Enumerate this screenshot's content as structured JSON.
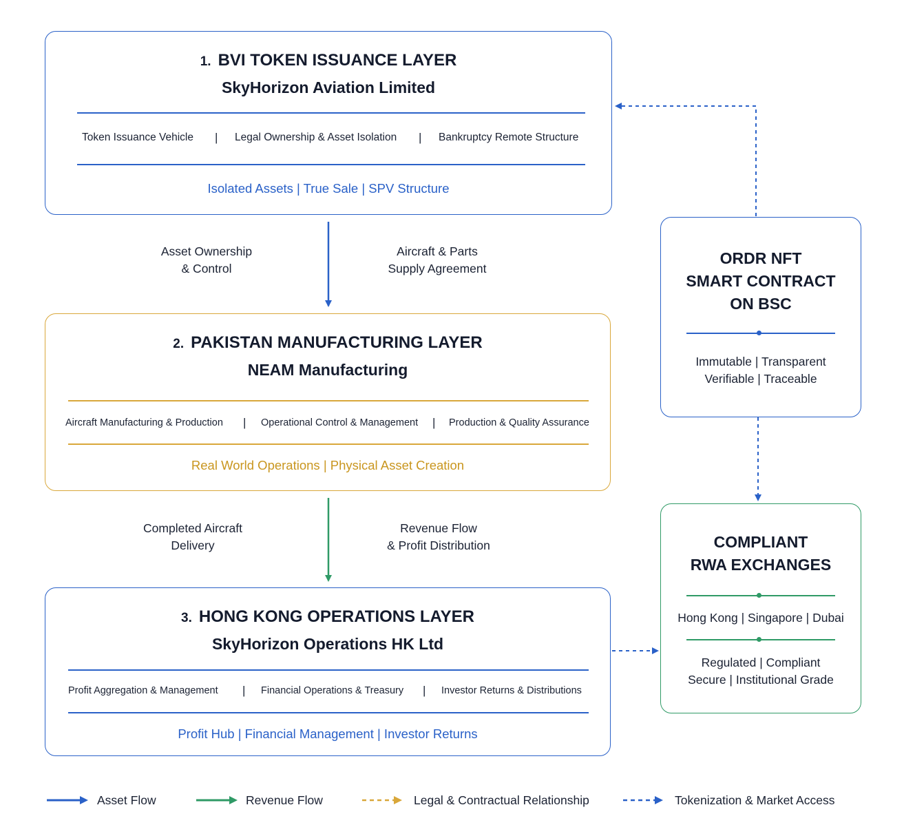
{
  "layers": [
    {
      "number": "1.",
      "title": "BVI TOKEN ISSUANCE LAYER",
      "entity": "SkyHorizon Aviation Limited",
      "features": [
        "Token Issuance Vehicle",
        "Legal Ownership & Asset Isolation",
        "Bankruptcy Remote Structure"
      ],
      "tagline": "Isolated Assets | True Sale | SPV Structure"
    },
    {
      "number": "2.",
      "title": "PAKISTAN MANUFACTURING LAYER",
      "entity": "NEAM Manufacturing",
      "features": [
        "Aircraft Manufacturing & Production",
        "Operational Control & Management",
        "Production & Quality Assurance"
      ],
      "tagline": "Real World Operations | Physical Asset Creation"
    },
    {
      "number": "3.",
      "title": "HONG KONG OPERATIONS LAYER",
      "entity": "SkyHorizon Operations HK Ltd",
      "features": [
        "Profit Aggregation & Management",
        "Financial Operations & Treasury",
        "Investor Returns & Distributions"
      ],
      "tagline": "Profit Hub | Financial Management | Investor Returns"
    }
  ],
  "separator": "|",
  "flows": {
    "asset_ownership": [
      "Asset Ownership",
      "& Control"
    ],
    "supply_agreement": [
      "Aircraft & Parts",
      "Supply Agreement"
    ],
    "aircraft_delivery": [
      "Completed Aircraft",
      "Delivery"
    ],
    "revenue_flow": [
      "Revenue Flow",
      "& Profit Distribution"
    ]
  },
  "nft_contract": {
    "title": [
      "ORDR NFT",
      "SMART CONTRACT",
      "ON BSC"
    ],
    "properties": [
      "Immutable | Transparent",
      "Verifiable | Traceable"
    ]
  },
  "exchanges": {
    "title": [
      "COMPLIANT",
      "RWA EXCHANGES"
    ],
    "locations": "Hong Kong | Singapore | Dubai",
    "properties": [
      "Regulated | Compliant",
      "Secure | Institutional Grade"
    ]
  },
  "legend": [
    {
      "label": "Asset Flow",
      "color": "#2a61c8",
      "style": "solid"
    },
    {
      "label": "Revenue Flow",
      "color": "#2f9a66",
      "style": "solid"
    },
    {
      "label": "Legal & Contractual Relationship",
      "color": "#d9a73a",
      "style": "dashed"
    },
    {
      "label": "Tokenization & Market Access",
      "color": "#2a61c8",
      "style": "dashed"
    }
  ],
  "colors": {
    "blue": "#2a61c8",
    "gold": "#d9a73a",
    "green": "#2f9a66",
    "text": "#141b2d"
  }
}
